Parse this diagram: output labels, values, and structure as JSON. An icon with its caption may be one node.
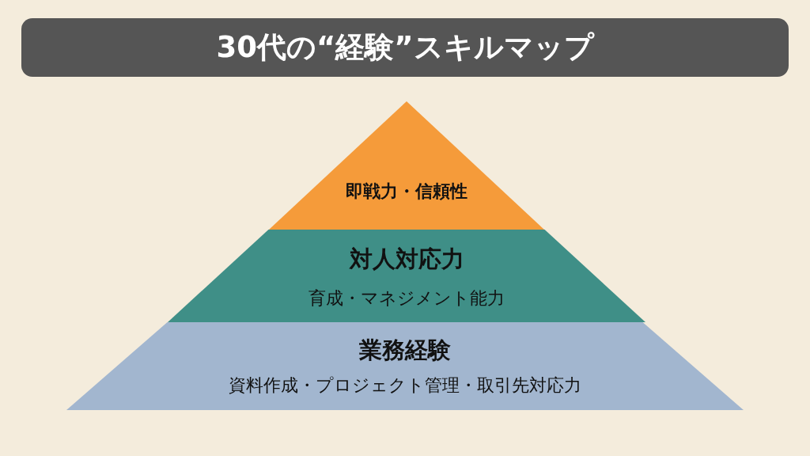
{
  "diagram": {
    "title": "30代の“経験”スキルマップ",
    "nodes": [
      {
        "text": [
          "即戦力・信頼性"
        ]
      },
      {
        "text": [
          "対人対応力",
          "育成・マネジメント能力"
        ]
      },
      {
        "text": [
          "業務経験",
          "資料作成・プロジェクト管理・取引先対応力"
        ]
      }
    ]
  }
}
